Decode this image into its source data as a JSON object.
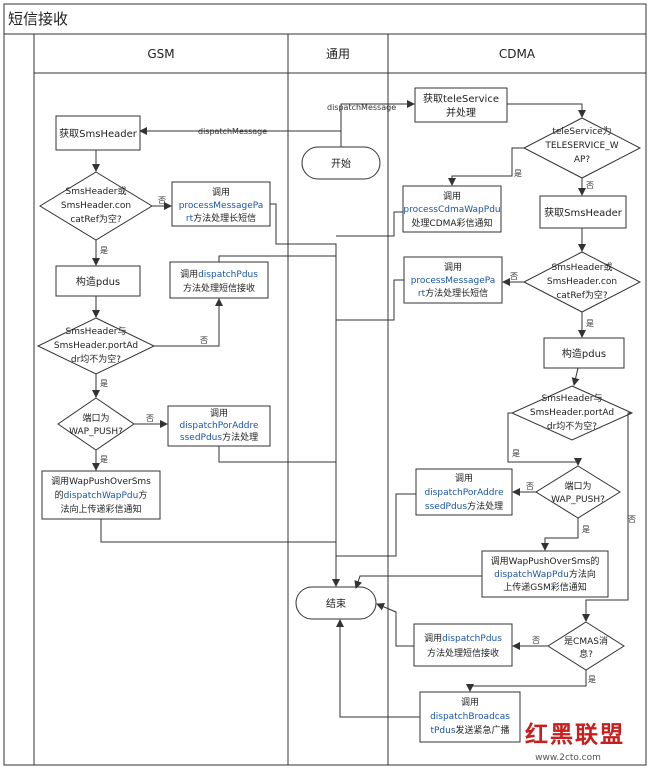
{
  "title": "短信接收",
  "lanes": {
    "gsm": "GSM",
    "common": "通用",
    "cdma": "CDMA"
  },
  "common": {
    "start": "开始",
    "end": "结束",
    "dispatch_message_1": "dispatchMessage",
    "dispatch_message_2": "dispatchMessage"
  },
  "gsm": {
    "get_header": "获取SmsHeader",
    "decision1": [
      "SmsHeader或",
      "SmsHeader.con",
      "catRef为空?"
    ],
    "process_part": {
      "line1": "调用",
      "method_a": "processMessagePa",
      "method_b": "rt",
      "suffix": "方法处理长短信"
    },
    "build_pdus": "构造pdus",
    "dispatch_pdus": {
      "prefix": "调用",
      "method": "dispatchPdus",
      "line2": "方法处理短信接收"
    },
    "decision2": [
      "SmsHeader与",
      "SmsHeader.portAd",
      "dr均不为空?"
    ],
    "decision3": [
      "端口为",
      "WAP_PUSH?"
    ],
    "dispatch_port": {
      "line1": "调用",
      "method_a": "dispatchPorAddre",
      "method_b": "ssedPdus",
      "suffix": "方法处理"
    },
    "wap_push": {
      "line1": "调用WapPushOverSms",
      "prefix": "的",
      "method": "dispatchWapPdu",
      "suffix": "方",
      "line3": "法向上传递彩信通知"
    }
  },
  "cdma": {
    "get_teleservice": [
      "获取teleService",
      "并处理"
    ],
    "decision_tele": [
      "teleService为",
      "TELESERVICE_W",
      "AP?"
    ],
    "process_wap": {
      "line1": "调用",
      "method": "processCdmaWapPdu",
      "line3": "处理CDMA彩信通知"
    },
    "get_header": "获取SmsHeader",
    "process_part": {
      "line1": "调用",
      "method_a": "processMessagePa",
      "method_b": "rt",
      "suffix": "方法处理长短信"
    },
    "decision_header": [
      "SmsHeader或",
      "SmsHeader.con",
      "catRef为空?"
    ],
    "build_pdus": "构造pdus",
    "decision_port": [
      "SmsHeader与",
      "SmsHeader.portAd",
      "dr均不为空?"
    ],
    "dispatch_port": {
      "line1": "调用",
      "method_a": "dispatchPorAddre",
      "method_b": "ssedPdus",
      "suffix": "方法处理"
    },
    "decision_wap": [
      "端口为",
      "WAP_PUSH?"
    ],
    "wap_push": {
      "line1": "调用WapPushOverSms的",
      "method": "dispatchWapPdu",
      "suffix": "方法向",
      "line3": "上传递GSM彩信通知"
    },
    "dispatch_pdus": {
      "prefix": "调用",
      "method": "dispatchPdus",
      "line2": "方法处理短信接收"
    },
    "decision_cmas": [
      "是CMAS消",
      "息?"
    ],
    "broadcast": {
      "line1": "调用",
      "method_a": "dispatchBroadcas",
      "method_b": "tPdus",
      "suffix": "发送紧急广播"
    }
  },
  "labels": {
    "yes": "是",
    "no": "否"
  },
  "watermark": {
    "logo": "红黑联盟",
    "url": "www.2cto.com"
  }
}
